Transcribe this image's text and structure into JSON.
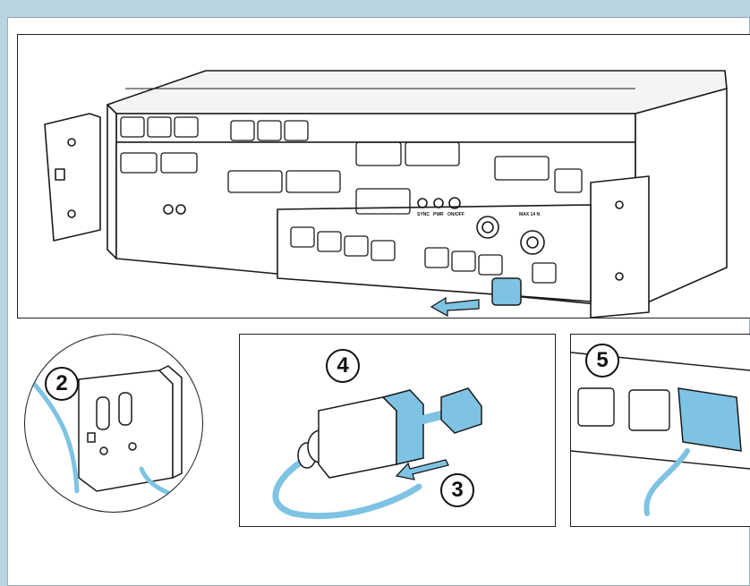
{
  "figure": {
    "accent_color": "#7ec3e3",
    "line_color": "#1a1a1a",
    "background_color": "#b9d4e1",
    "main_view": {
      "panel_labels": [
        "SYNC",
        "PWR",
        "ON/OFF"
      ],
      "side_label": "MAX 14 N"
    },
    "steps": [
      {
        "number": "2"
      },
      {
        "number": "3"
      },
      {
        "number": "4"
      },
      {
        "number": "5"
      }
    ]
  }
}
